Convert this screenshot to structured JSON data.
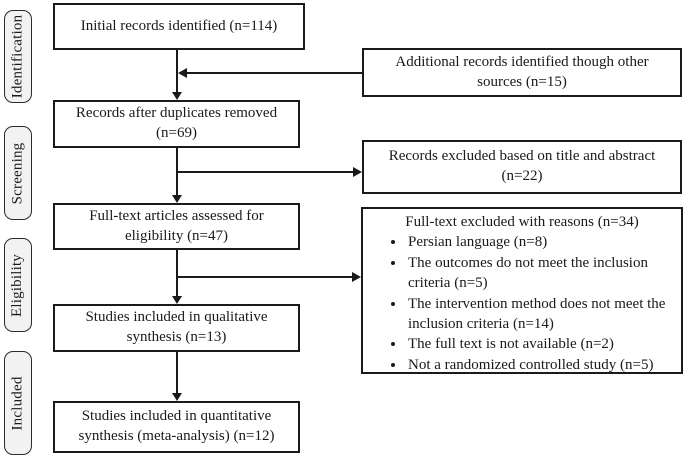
{
  "diagram": {
    "stages": [
      {
        "label": "Identification"
      },
      {
        "label": "Screening"
      },
      {
        "label": "Eligibility"
      },
      {
        "label": "Included"
      }
    ],
    "main_flow": [
      {
        "label": "Initial records identified (n=114)"
      },
      {
        "label": "Records after duplicates removed (n=69)"
      },
      {
        "label": "Full-text articles assessed for eligibility (n=47)"
      },
      {
        "label": "Studies included in qualitative synthesis (n=13)"
      },
      {
        "label": "Studies included in quantitative synthesis (meta-analysis) (n=12)"
      }
    ],
    "side_boxes": [
      {
        "label": "Additional records identified though other sources (n=15)"
      },
      {
        "label": "Records excluded based on title and abstract (n=22)"
      }
    ],
    "exclusion_box": {
      "title": "Full-text excluded with reasons (n=34)",
      "reasons": [
        "Persian language (n=8)",
        "The outcomes do not meet the inclusion criteria (n=5)",
        "The intervention method does not meet the inclusion criteria (n=14)",
        "The full text is not available (n=2)",
        "Not a randomized controlled study (n=5)"
      ]
    },
    "colors": {
      "box_border": "#1a1a1a",
      "stage_fill": "#f2f2f2",
      "background": "#ffffff"
    }
  }
}
